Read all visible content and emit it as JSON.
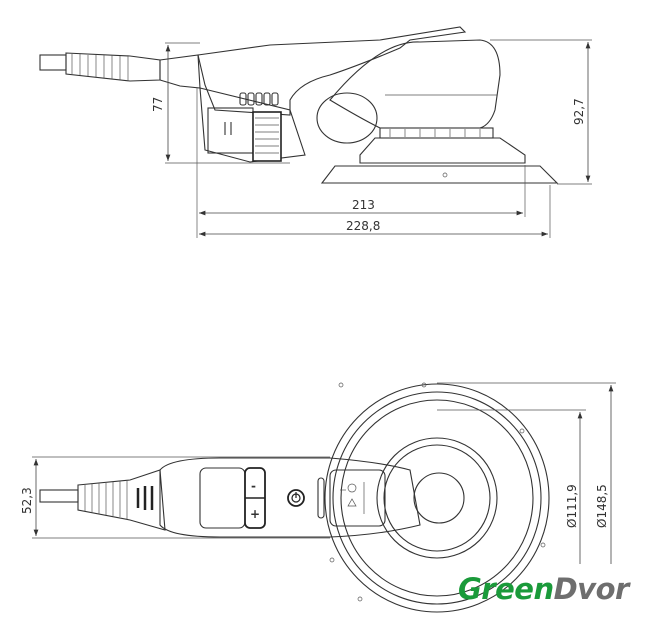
{
  "title": "Orbital sander dimension drawing",
  "side_view": {
    "dimensions": {
      "height_body": "77",
      "height_total": "92,7",
      "length_body": "213",
      "length_total": "228,8"
    }
  },
  "bottom_view": {
    "dimensions": {
      "width_handle": "52,3",
      "diameter_inner": "Ø111,9",
      "diameter_outer": "Ø148,5"
    },
    "buttons": {
      "minus": "-",
      "plus": "+"
    }
  },
  "logo": {
    "part1": "Green",
    "part2": "Dvor",
    "colors": {
      "green": "#1a9a3a",
      "grey": "#6e6e6e"
    }
  }
}
